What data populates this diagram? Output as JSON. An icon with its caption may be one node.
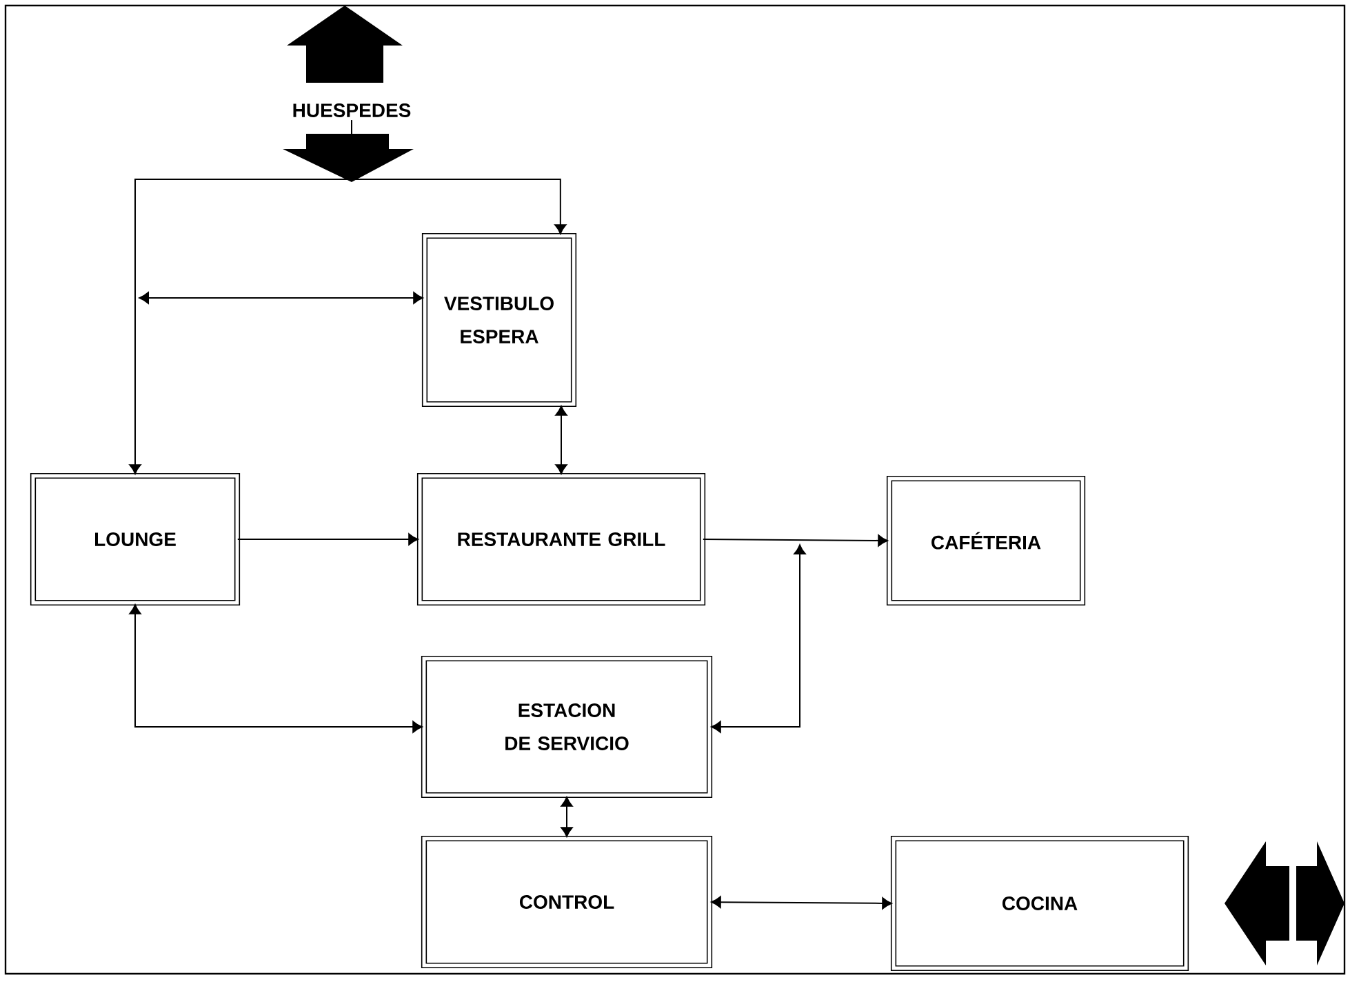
{
  "diagram": {
    "nodes": [
      {
        "text": [
          "HUESPEDES"
        ]
      },
      {
        "text": [
          "VESTIBULO ESPERA"
        ]
      },
      {
        "text": [
          "LOUNGE"
        ]
      },
      {
        "text": [
          "RESTAURANTE GRILL"
        ]
      },
      {
        "text": [
          "CAFÉTERIA"
        ]
      },
      {
        "text": [
          "ESTACION DE SERVICIO"
        ]
      },
      {
        "text": [
          "CONTROL"
        ]
      },
      {
        "text": [
          "COCINA"
        ]
      }
    ],
    "edges": [
      {
        "from": 0,
        "to": 1,
        "arrow": "to"
      },
      {
        "from": 0,
        "to": 2,
        "arrow": "to"
      },
      {
        "from": 1,
        "to": null,
        "arrow": "both"
      },
      {
        "from": 1,
        "to": 3,
        "arrow": "both"
      },
      {
        "from": 2,
        "to": 3,
        "arrow": "to"
      },
      {
        "from": 3,
        "to": 4,
        "arrow": "to"
      },
      {
        "from": 5,
        "to": null,
        "arrow": "both"
      },
      {
        "from": 2,
        "to": 5,
        "arrow": "both"
      },
      {
        "from": 5,
        "to": 6,
        "arrow": "both"
      },
      {
        "from": 6,
        "to": 7,
        "arrow": "both"
      }
    ]
  }
}
